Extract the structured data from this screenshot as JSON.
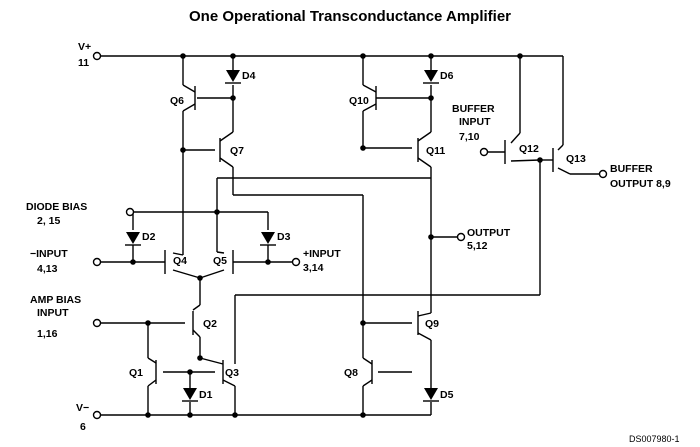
{
  "title": "One Operational Transconductance Amplifier",
  "figure_id": "DS007980-1",
  "pins": {
    "vplus_name": "V+",
    "vplus_pin": "11",
    "vminus_name": "V−",
    "vminus_pin": "6",
    "diode_bias_name": "DIODE BIAS",
    "diode_bias_pins": "2, 15",
    "neg_input_name": "−INPUT",
    "neg_input_pins": "4,13",
    "pos_input_name": "+INPUT",
    "pos_input_pins": "3,14",
    "amp_bias_line1": "AMP BIAS",
    "amp_bias_line2": "INPUT",
    "amp_bias_pins": "1,16",
    "output_name": "OUTPUT",
    "output_pins": "5,12",
    "buffer_input_line1": "BUFFER",
    "buffer_input_line2": "INPUT",
    "buffer_input_pins": "7,10",
    "buffer_output_line1": "BUFFER",
    "buffer_output_line2": "OUTPUT 8,9"
  },
  "transistors": [
    "Q1",
    "Q2",
    "Q3",
    "Q4",
    "Q5",
    "Q6",
    "Q7",
    "Q8",
    "Q9",
    "Q10",
    "Q11",
    "Q12",
    "Q13"
  ],
  "diodes": [
    "D1",
    "D2",
    "D3",
    "D4",
    "D5",
    "D6"
  ]
}
